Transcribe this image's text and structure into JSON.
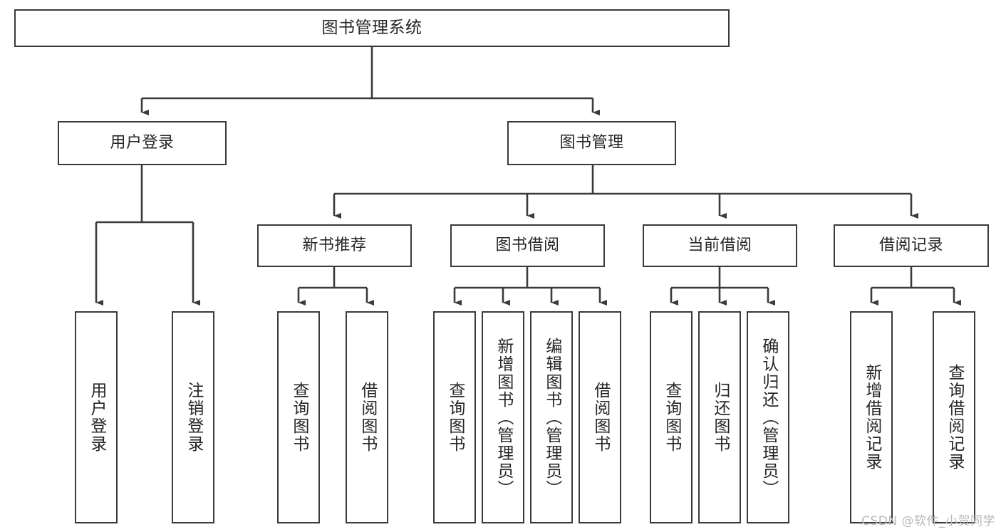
{
  "diagram": {
    "type": "tree-hierarchy-flowchart",
    "title": "图书管理系统",
    "watermark": "CSDN @软件_小贺同学",
    "colors": {
      "node_border": "#3a3a3a",
      "node_fill": "#ffffff",
      "connector": "#3a3a3a",
      "text": "#262626",
      "watermark": "#b9b9b9",
      "background": "#ffffff"
    },
    "levels": {
      "root": {
        "label": "图书管理系统"
      },
      "level2": [
        {
          "label": "用户登录"
        },
        {
          "label": "图书管理"
        }
      ],
      "level3": [
        {
          "label": "新书推荐"
        },
        {
          "label": "图书借阅"
        },
        {
          "label": "当前借阅"
        },
        {
          "label": "借阅记录"
        }
      ],
      "leaves": {
        "user_login": [
          {
            "label": "用户登录"
          },
          {
            "label": "注销登录"
          }
        ],
        "new_book_recommend": [
          {
            "label": "查询图书"
          },
          {
            "label": "借阅图书"
          }
        ],
        "book_borrow": [
          {
            "label": "查询图书"
          },
          {
            "label": "新增图书（管理员）"
          },
          {
            "label": "编辑图书（管理员）"
          },
          {
            "label": "借阅图书"
          }
        ],
        "current_borrow": [
          {
            "label": "查询图书"
          },
          {
            "label": "归还图书"
          },
          {
            "label": "确认归还（管理员）"
          }
        ],
        "borrow_record": [
          {
            "label": "新增借阅记录"
          },
          {
            "label": "查询借阅记录"
          }
        ]
      }
    }
  }
}
